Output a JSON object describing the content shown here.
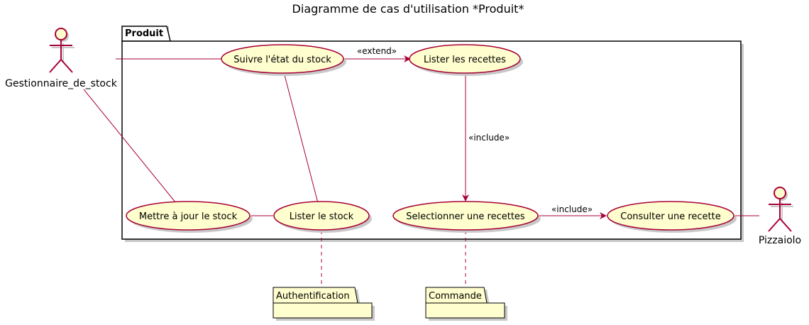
{
  "title": "Diagramme de cas d'utilisation *Produit*",
  "package": {
    "label": "Produit"
  },
  "actors": {
    "stock_manager": "Gestionnaire_de_stock",
    "pizzaiolo": "Pizzaiolo"
  },
  "use_cases": {
    "suivre": "Suivre l'état du stock",
    "lister_recettes": "Lister les recettes",
    "mettre_a_jour": "Mettre à jour le stock",
    "lister_stock": "Lister le stock",
    "selectionner": "Selectionner une recettes",
    "consulter": "Consulter une recette"
  },
  "relations": {
    "extend": "«extend»",
    "include_vertical": "«include»",
    "include_horizontal": "«include»"
  },
  "external_packages": {
    "auth": "Authentification",
    "commande": "Commande"
  },
  "colors": {
    "use_case_fill": "#FEFECE",
    "use_case_stroke": "#A80036",
    "line": "#A80036",
    "package_stroke": "#000000",
    "shadow": "#C8C8C8"
  }
}
